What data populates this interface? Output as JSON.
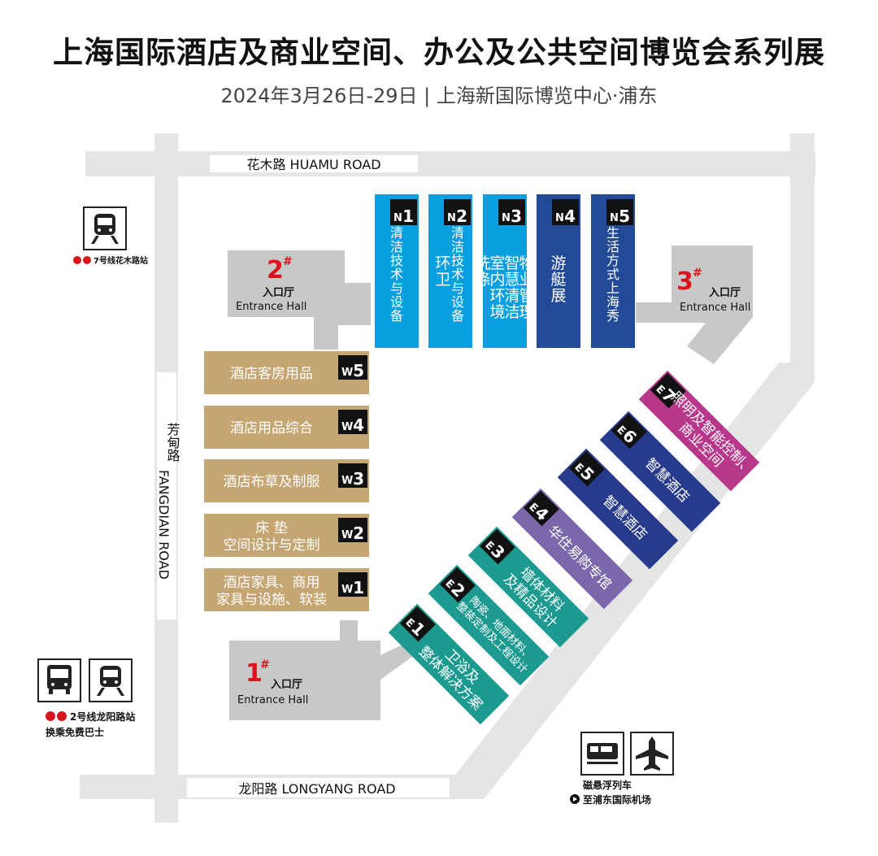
{
  "header": {
    "title": "上海国际酒店及商业空间、办公及公共空间博览会系列展",
    "subtitle": "2024年3月26日-29日 | 上海新国际博览中心·浦东"
  },
  "roads": {
    "north": "花木路  HUAMU ROAD",
    "south": "龙阳路  LONGYANG ROAD",
    "west_cn": "芳甸路",
    "west_en": "FANGDIAN ROAD"
  },
  "entrances": [
    {
      "num": "1",
      "mark": "#",
      "cn": "入口厅",
      "en": "Entrance Hall"
    },
    {
      "num": "2",
      "mark": "#",
      "cn": "入口厅",
      "en": "Entrance Hall"
    },
    {
      "num": "3",
      "mark": "#",
      "cn": "入口厅",
      "en": "Entrance Hall"
    }
  ],
  "west_halls": [
    {
      "id": "W5",
      "letter": "W",
      "digit": "5",
      "lines": [
        "酒店客房用品"
      ]
    },
    {
      "id": "W4",
      "letter": "W",
      "digit": "4",
      "lines": [
        "酒店用品综合"
      ]
    },
    {
      "id": "W3",
      "letter": "W",
      "digit": "3",
      "lines": [
        "酒店布草及制服"
      ]
    },
    {
      "id": "W2",
      "letter": "W",
      "digit": "2",
      "lines": [
        "床 垫",
        "空间设计与定制"
      ]
    },
    {
      "id": "W1",
      "letter": "W",
      "digit": "1",
      "lines": [
        "酒店家具、商用",
        "家具与设施、软装"
      ]
    }
  ],
  "north_halls": [
    {
      "id": "N1",
      "letter": "N",
      "digit": "1",
      "columns": [
        "清洁技术与设备"
      ]
    },
    {
      "id": "N2",
      "letter": "N",
      "digit": "2",
      "columns": [
        "清洁技术与设备",
        "环卫"
      ]
    },
    {
      "id": "N3",
      "letter": "N",
      "digit": "3",
      "columns": [
        "物业管理",
        "智慧清洁",
        "室内环境",
        "洗涤"
      ]
    },
    {
      "id": "N4",
      "letter": "N",
      "digit": "4",
      "columns": [
        "游艇展"
      ]
    },
    {
      "id": "N5",
      "letter": "N",
      "digit": "5",
      "columns": [
        "生活方式上海秀"
      ]
    }
  ],
  "east_halls": [
    {
      "id": "E1",
      "letter": "E",
      "digit": "1",
      "lines": [
        "卫浴及",
        "整体解决方案"
      ]
    },
    {
      "id": "E2",
      "letter": "E",
      "digit": "2",
      "lines": [
        "陶瓷、地面材料、",
        "整装定制及工程设计"
      ]
    },
    {
      "id": "E3",
      "letter": "E",
      "digit": "3",
      "lines": [
        "墙体材料",
        "及精品设计"
      ]
    },
    {
      "id": "E4",
      "letter": "E",
      "digit": "4",
      "lines": [
        "华住易购专馆"
      ]
    },
    {
      "id": "E5",
      "letter": "E",
      "digit": "5",
      "lines": [
        "智慧酒店"
      ]
    },
    {
      "id": "E6",
      "letter": "E",
      "digit": "6",
      "lines": [
        "智慧酒店"
      ]
    },
    {
      "id": "E7",
      "letter": "E",
      "digit": "7",
      "lines": [
        "照明及智能控制、",
        "商业空间"
      ]
    }
  ],
  "transit": {
    "metro7_label": "7号线花木路站",
    "metro2_label": "2号线龙阳路站",
    "bus_label": "换乘免费巴士",
    "maglev_label": "磁悬浮列车",
    "airport_label": "至浦东国际机场"
  },
  "colors": {
    "west": "#c5a572",
    "north_light": "#0aa0e0",
    "north_dark": "#234a97",
    "east_teal": "#1c9a8f",
    "east_purple": "#7b68aa",
    "east_navy": "#283a8c",
    "east_magenta": "#b8398c",
    "road": "#e5e5e5",
    "entrance": "#c8c8c8",
    "metro_red": "#d8141c"
  }
}
